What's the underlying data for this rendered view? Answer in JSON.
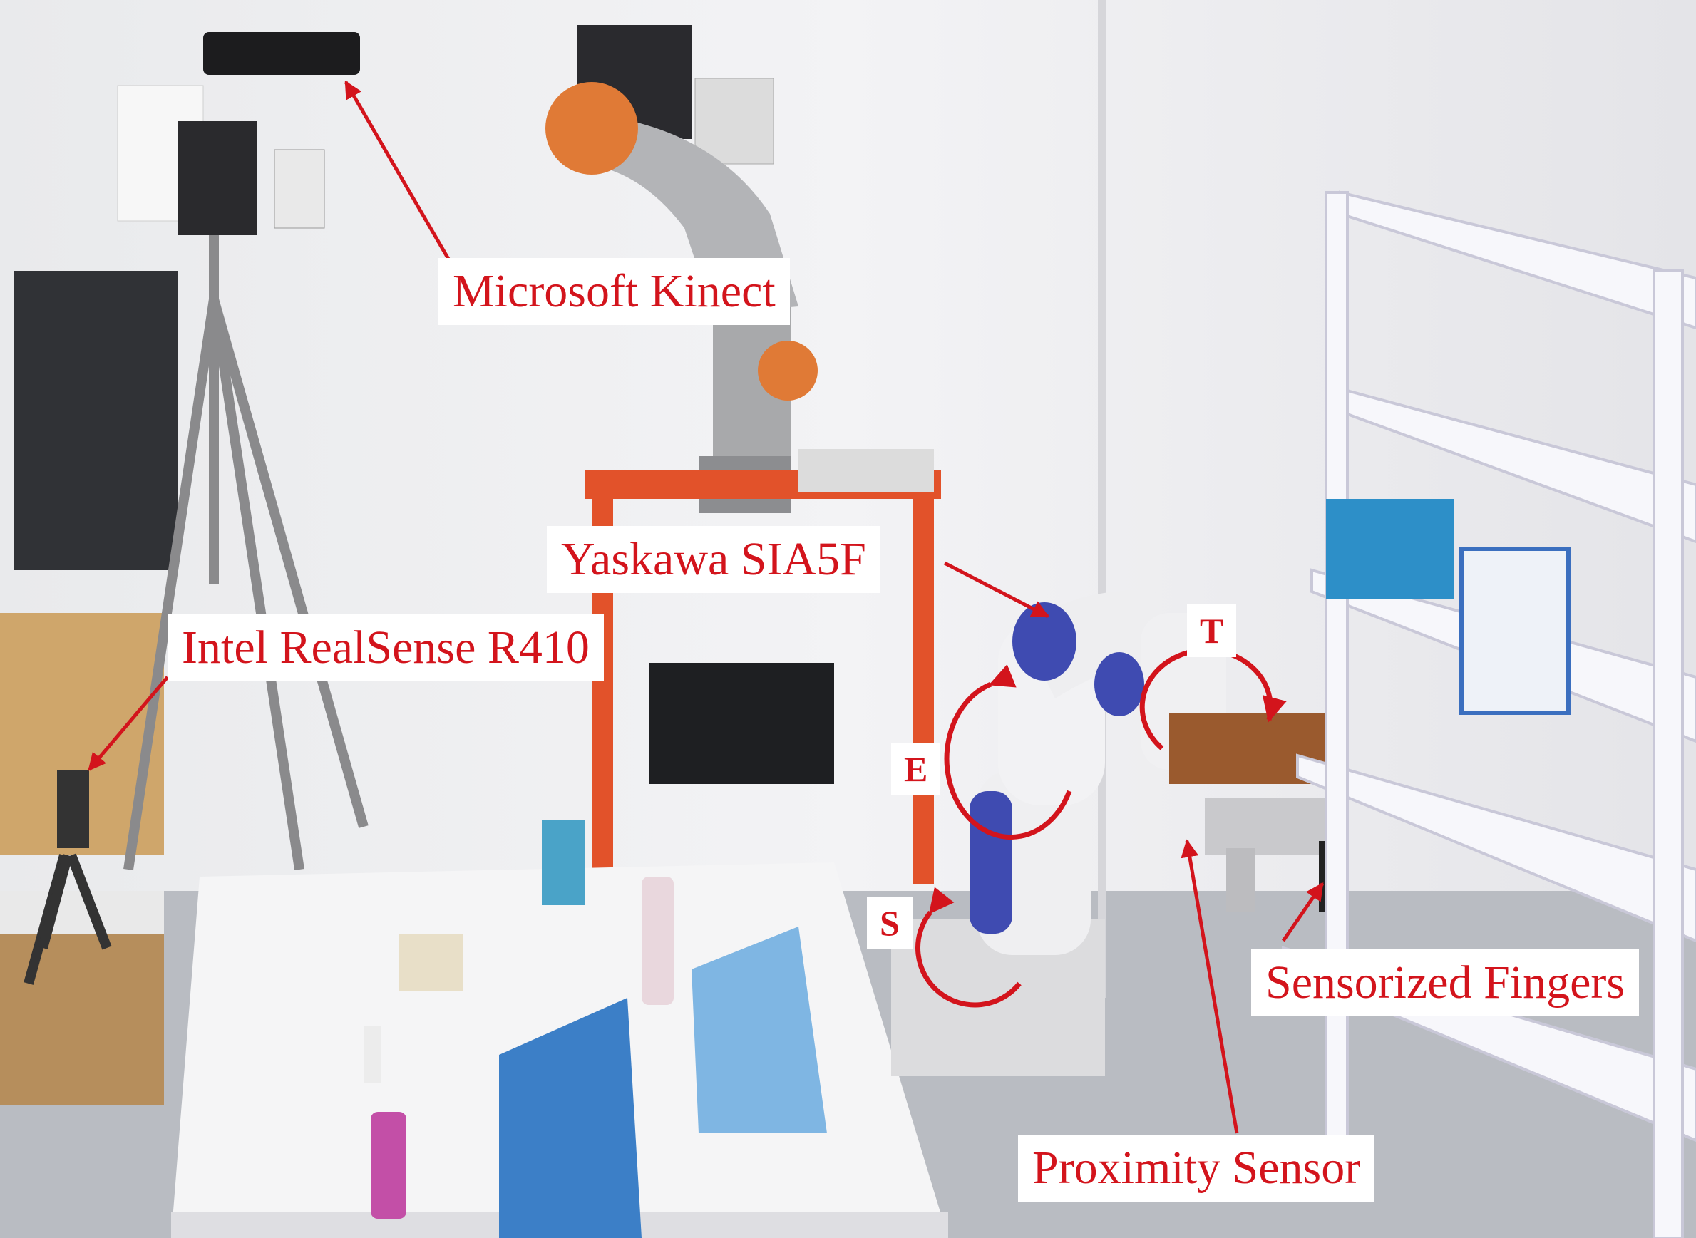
{
  "photo": {
    "description_tag": "robot-lab-photo"
  },
  "labels": {
    "kinect": "Microsoft Kinect",
    "yaskawa": "Yaskawa SIA5F",
    "realsense": "Intel RealSense R410",
    "sensorized_fingers": "Sensorized Fingers",
    "proximity_sensor": "Proximity Sensor",
    "joint_t": "T",
    "joint_e": "E",
    "joint_s": "S"
  },
  "colors": {
    "annotation": "#d3141c",
    "label_bg": "#ffffff"
  }
}
